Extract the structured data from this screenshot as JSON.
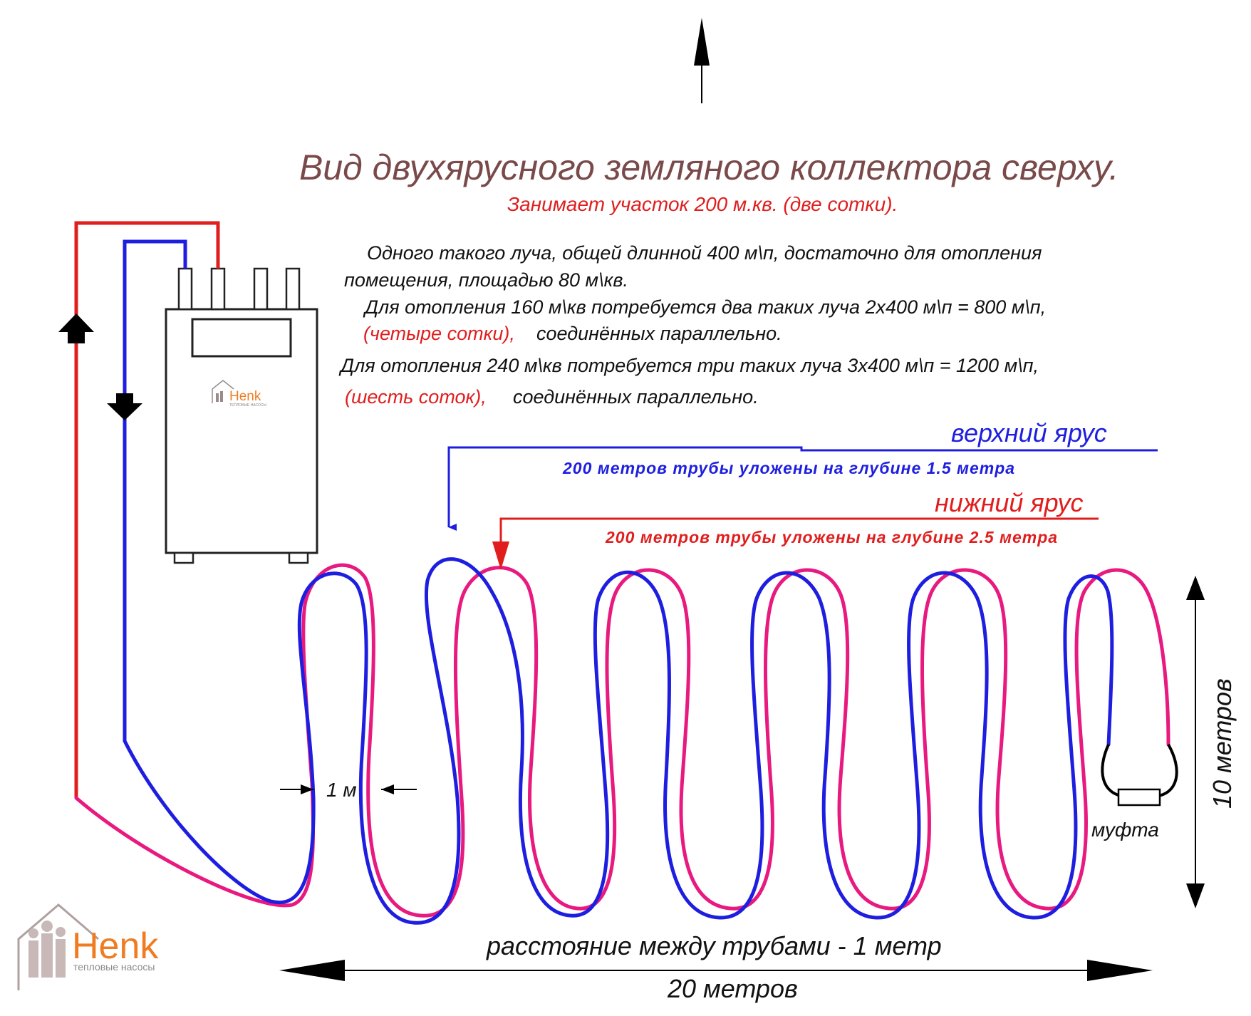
{
  "title": "Вид двухярусного земляного коллектора сверху.",
  "subtitle": "Занимает участок 200 м.кв. (две сотки).",
  "paragraph": {
    "line1": "Одного  такого луча, общей длинной 400 м\\п, достаточно для отопления",
    "line2": "помещения, площадью 80 м\\кв.",
    "line3": "Для отопления 160 м\\кв потребуется два таких луча 2х400 м\\п = 800 м\\п,",
    "line4_red": "(четыре сотки),",
    "line4_black": "соединённых параллельно.",
    "line5": "Для отопления 240 м\\кв потребуется три таких луча 3х400 м\\п = 1200 м\\п,",
    "line6_red": "(шесть соток),",
    "line6_black": "соединённых параллельно."
  },
  "upper_tier": {
    "label": "верхний ярус",
    "note": "200 метров трубы уложены на глубине 1.5 метра"
  },
  "lower_tier": {
    "label": "нижний ярус",
    "note": "200 метров трубы уложены на глубине 2.5 метра"
  },
  "dimensions": {
    "pipe_gap": "1 м",
    "spacing_caption": "расстояние между трубами - 1 метр",
    "width": "20 метров",
    "height": "10 метров"
  },
  "coupling_label": "муфта",
  "unit_logo": {
    "name": "Henk",
    "tagline": "ТЕПЛОВЫЕ НАСОСЫ"
  },
  "corner_logo": {
    "name": "Henk",
    "tagline": "тепловые насосы"
  },
  "colors": {
    "supply_red": "#e01e1e",
    "return_blue": "#1e1ee0",
    "lower_pipe_pink": "#e8197f",
    "upper_pipe_blue": "#1e1ee0",
    "title_brown": "#7a4a4a",
    "logo_orange": "#f07c22"
  }
}
